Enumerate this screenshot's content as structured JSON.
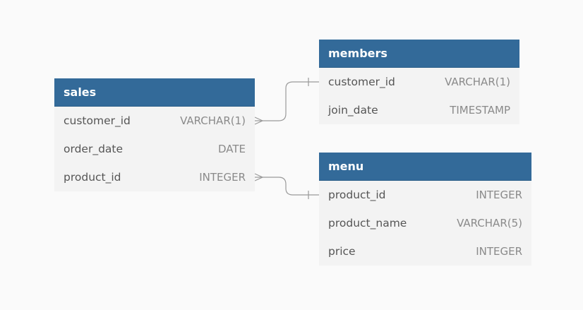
{
  "entities": [
    {
      "id": "sales",
      "title": "sales",
      "columns": [
        {
          "name": "customer_id",
          "type": "VARCHAR(1)"
        },
        {
          "name": "order_date",
          "type": "DATE"
        },
        {
          "name": "product_id",
          "type": "INTEGER"
        }
      ]
    },
    {
      "id": "members",
      "title": "members",
      "columns": [
        {
          "name": "customer_id",
          "type": "VARCHAR(1)"
        },
        {
          "name": "join_date",
          "type": "TIMESTAMP"
        }
      ]
    },
    {
      "id": "menu",
      "title": "menu",
      "columns": [
        {
          "name": "product_id",
          "type": "INTEGER"
        },
        {
          "name": "product_name",
          "type": "VARCHAR(5)"
        },
        {
          "name": "price",
          "type": "INTEGER"
        }
      ]
    }
  ],
  "relationships": [
    {
      "from": "sales.customer_id",
      "from_cardinality": "many",
      "to": "members.customer_id",
      "to_cardinality": "one"
    },
    {
      "from": "sales.product_id",
      "from_cardinality": "many",
      "to": "menu.product_id",
      "to_cardinality": "one"
    }
  ],
  "colors": {
    "header": "#336a99",
    "header_text": "#ffffff",
    "body": "#f3f3f3",
    "background": "#fafafa",
    "connector": "#999999"
  }
}
